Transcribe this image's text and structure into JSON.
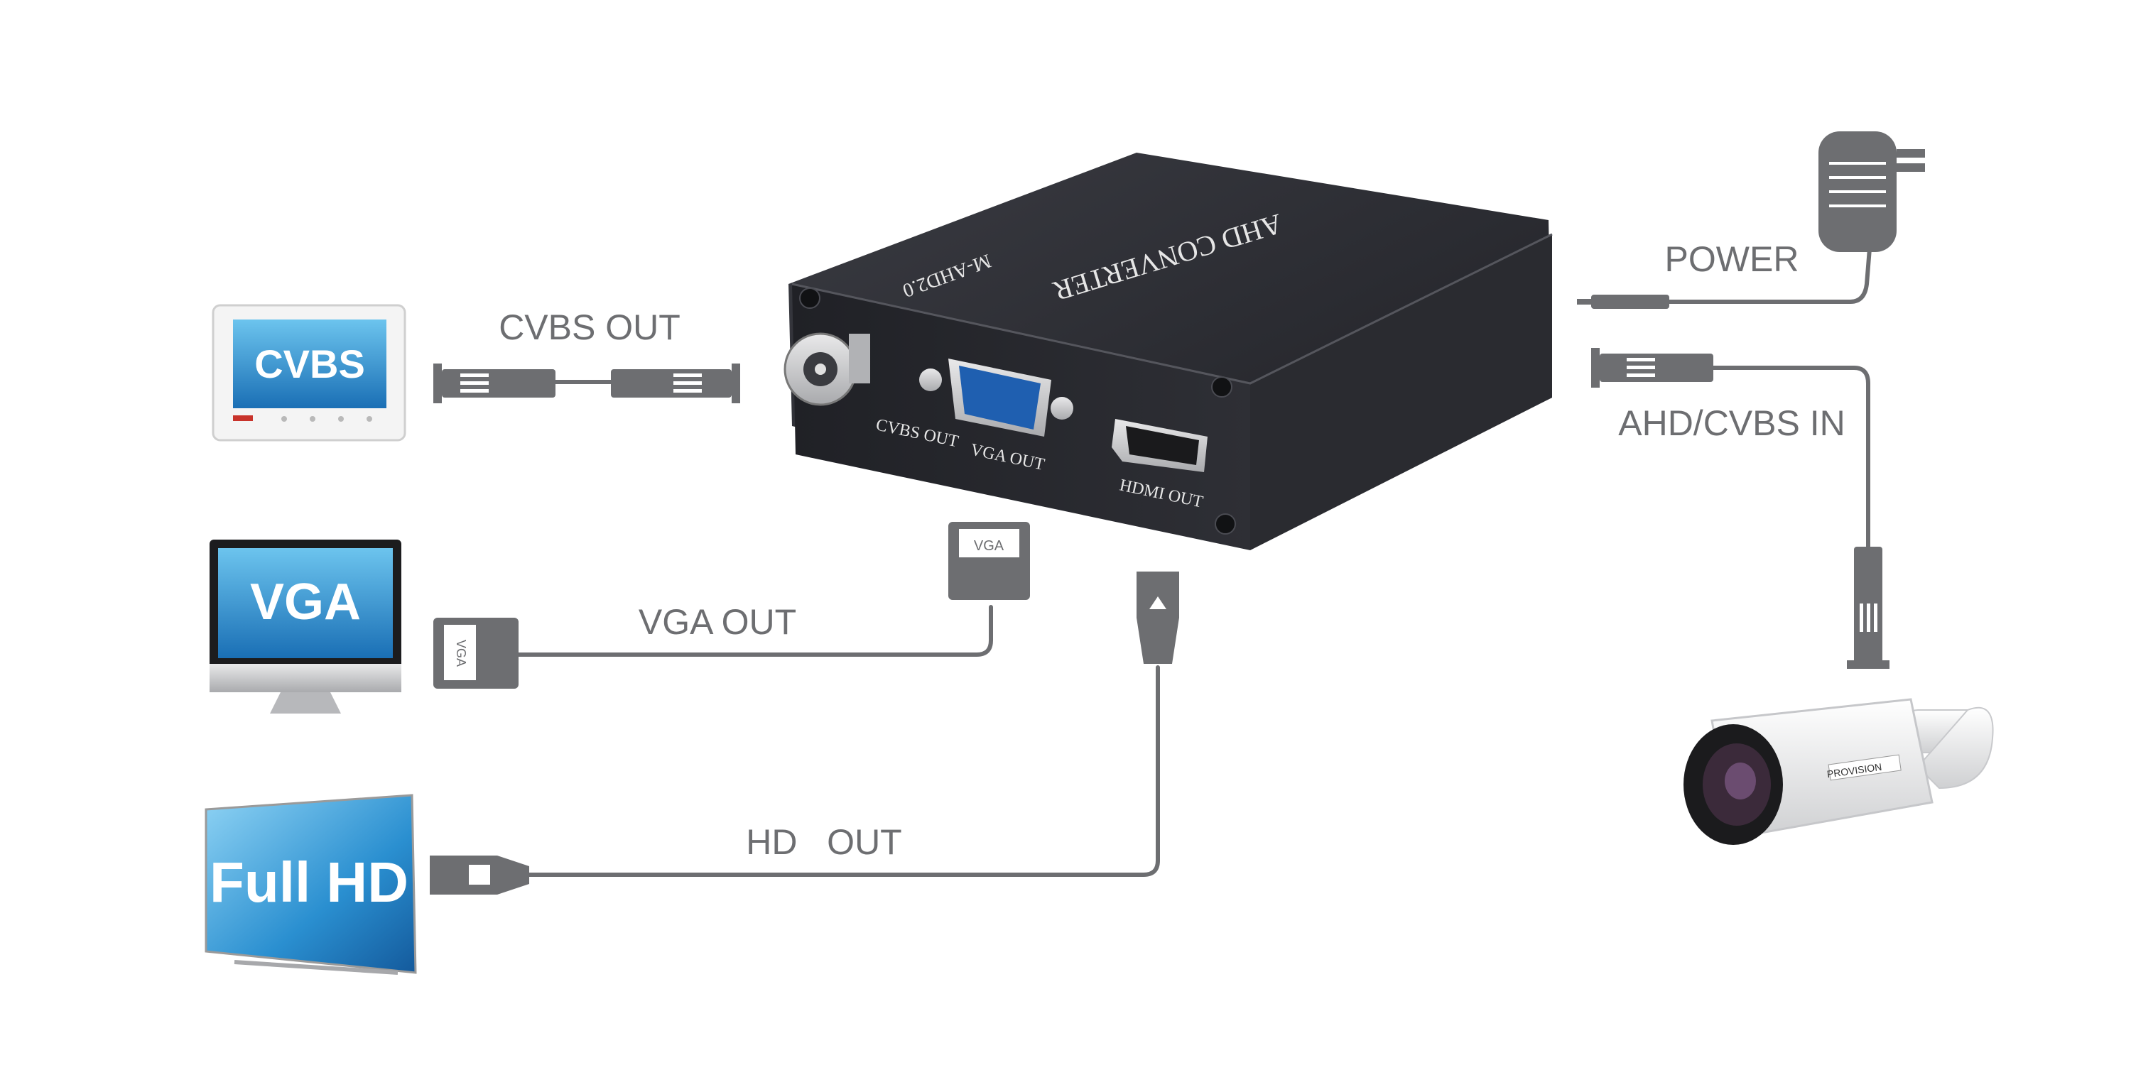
{
  "labels": {
    "cvbs_out": "CVBS OUT",
    "vga_out": "VGA OUT",
    "hd_out": "HD   OUT",
    "power": "POWER",
    "ahd_cvbs_in": "AHD/CVBS IN"
  },
  "displays": {
    "cvbs": "CVBS",
    "vga": "VGA",
    "full_hd": "Full HD"
  },
  "device": {
    "title": "AHD CONVERTER",
    "model": "M-AHD2.0",
    "port_cvbs": "CVBS OUT",
    "port_vga": "VGA OUT",
    "port_hdmi": "HDMI OUT"
  },
  "connectors": {
    "vga_tag": "VGA",
    "camera_brand": "PROVISION"
  },
  "colors": {
    "cable": "#6d6e71",
    "device_body": "#2b2c31",
    "screen_blue": "#2a8fd0"
  }
}
